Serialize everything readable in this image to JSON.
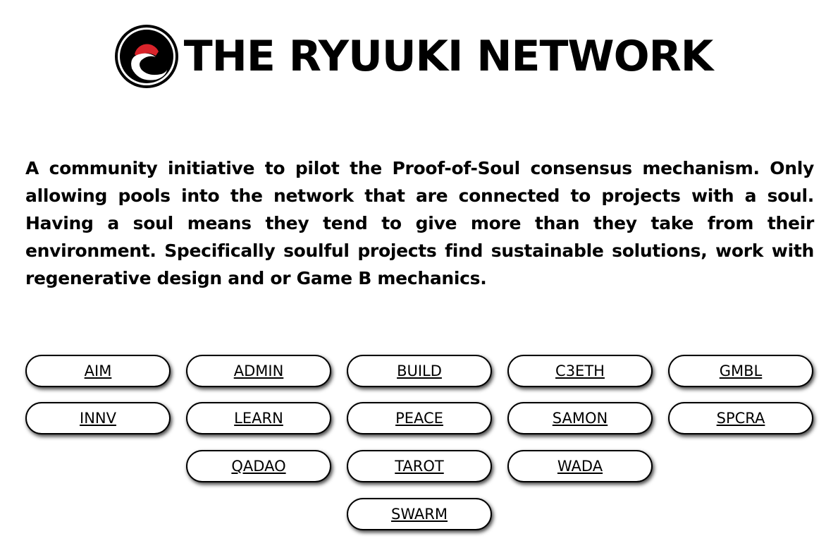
{
  "header": {
    "logo_icon": "ryuuki-logo-icon",
    "title": "THE RYUUKI NETWORK"
  },
  "description": "A community initiative to pilot the Proof-of-Soul consensus mechanism. Only allowing pools into the network that are connected to projects with a soul. Having a soul means they tend to give more than they take from their environment. Specifically soulful projects find sustainable solutions, work with regenerative design and or Game B mechanics.",
  "pools": [
    "AIM",
    "ADMIN",
    "BUILD",
    "C3ETH",
    "GMBL",
    "INNV",
    "LEARN",
    "PEACE",
    "SAMON",
    "SPCRA",
    "QADAO",
    "TAROT",
    "WADA",
    "SWARM"
  ],
  "colors": {
    "accent_red": "#d9242b",
    "text": "#000000",
    "background": "#ffffff"
  }
}
